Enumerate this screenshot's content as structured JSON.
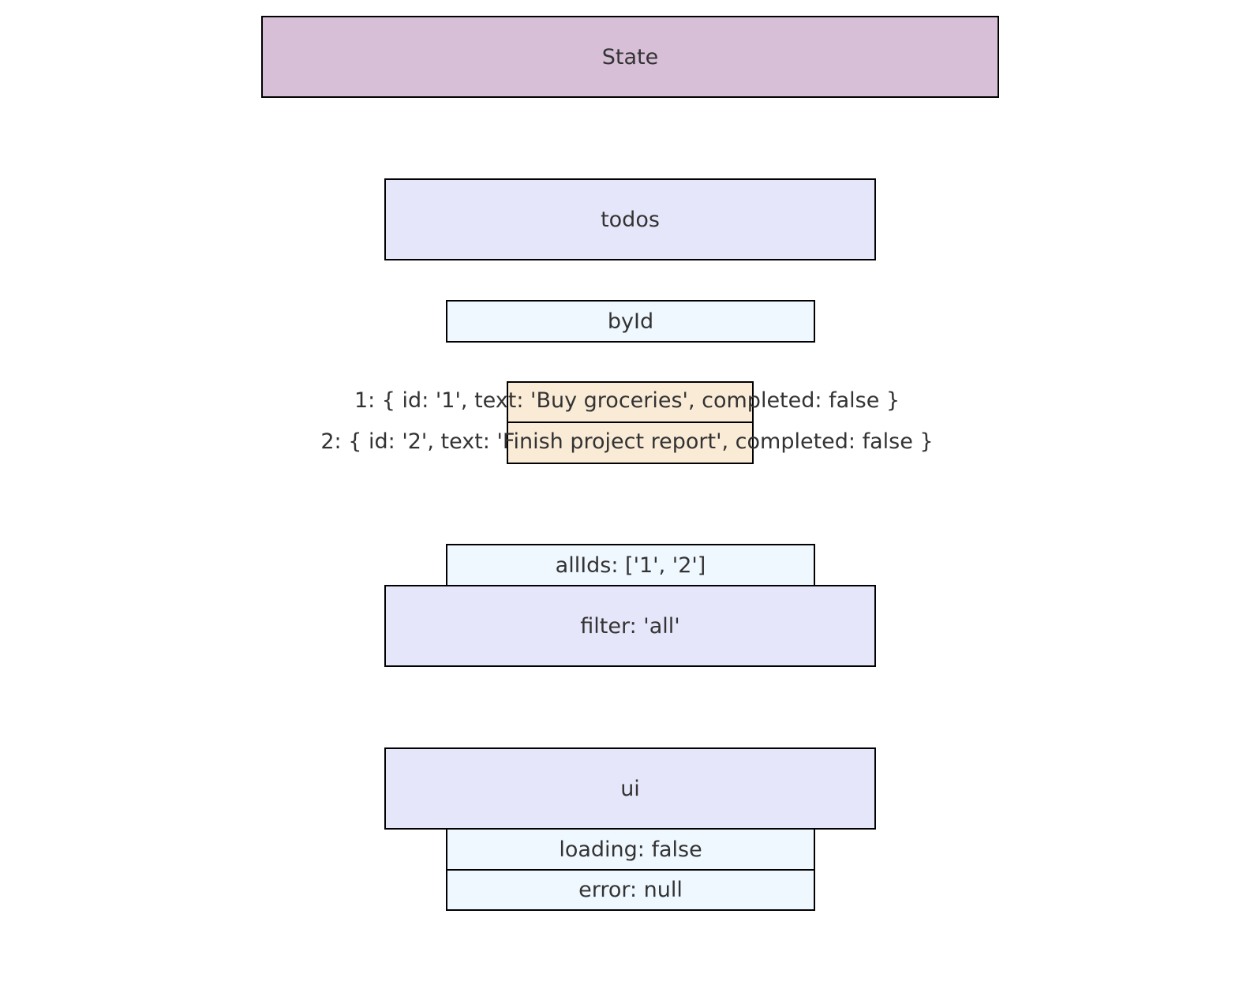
{
  "colors": {
    "state_fill": "#d8bfd8",
    "slice_fill": "#e6e6fa",
    "field_fill": "#f0f8ff",
    "record_fill": "#faebd7",
    "border": "#000000",
    "text": "#333333"
  },
  "nodes": {
    "state": "State",
    "todos": "todos",
    "byId": "byId",
    "record_1": "1: { id: '1', text: 'Buy groceries', completed: false }",
    "record_2": "2: { id: '2', text: 'Finish project report', completed: false }",
    "allIds": "allIds: ['1', '2']",
    "filter": "filter: 'all'",
    "ui": "ui",
    "loading": "loading: false",
    "error": "error: null"
  }
}
